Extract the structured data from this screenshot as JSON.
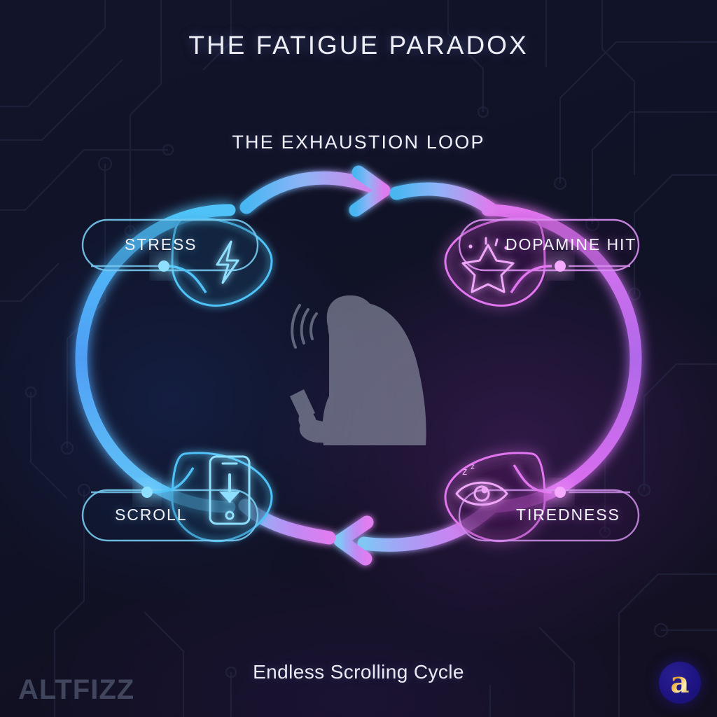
{
  "meta": {
    "title": "THE FATIGUE PARADOX",
    "subtitle": "THE EXHAUSTION LOOP",
    "caption": "Endless Scrolling Cycle",
    "watermark": "ALTFIZZ",
    "logo_letter": "a"
  },
  "colors": {
    "background": "#101226",
    "cyan": "#5bc8f5",
    "blue": "#5b9ef5",
    "magenta": "#e06ff0",
    "violet": "#b068e8",
    "text": "#f0f1f8",
    "watermark": "#454a63",
    "silhouette": "#8f92a6",
    "logo_circle": "#1d1482",
    "logo_gold": "#e8a326"
  },
  "diagram": {
    "type": "cycle",
    "direction": "clockwise",
    "arrow_count": 2,
    "nodes": [
      {
        "id": "stress",
        "label": "STRESS",
        "icon": "lightning-bolt-icon",
        "position": "top-left",
        "color": "#5bc8f5",
        "order": 1
      },
      {
        "id": "dopamine",
        "label": "DOPAMINE HIT",
        "icon": "sparkle-star-icon",
        "position": "top-right",
        "color": "#e06ff0",
        "order": 2
      },
      {
        "id": "tiredness",
        "label": "TIREDNESS",
        "icon": "sleepy-eye-icon",
        "position": "bottom-right",
        "color": "#e06ff0",
        "order": 3
      },
      {
        "id": "scroll",
        "label": "SCROLL",
        "icon": "phone-download-icon",
        "position": "bottom-left",
        "color": "#5bc8f5",
        "order": 4
      }
    ],
    "center_figure": "person-hunched-over-phone-silhouette"
  }
}
